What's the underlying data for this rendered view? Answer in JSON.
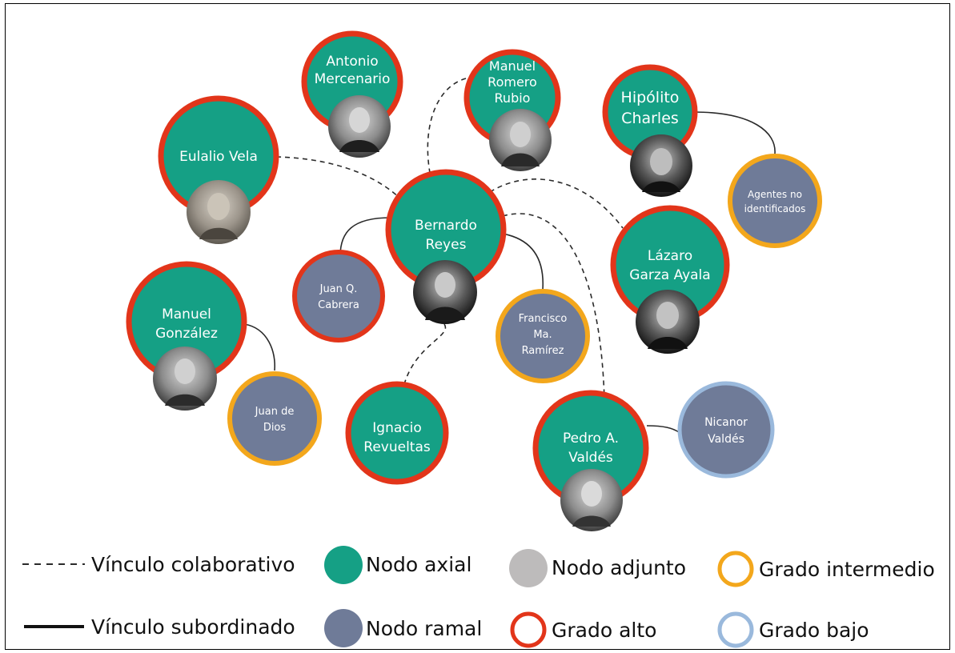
{
  "colors": {
    "axial": "#15a085",
    "ramal": "#6f7b98",
    "adjunto": "#bdbbbb",
    "grado_alto": "#e2351a",
    "grado_intermedio": "#f3a71c",
    "grado_bajo": "#9ab9dc",
    "line": "#2a2a2a"
  },
  "nodes": {
    "antonio": "Antonio\nMercenario",
    "manuel_romero": "Manuel\nRomero\nRubio",
    "hipolito": "Hipólito\nCharles",
    "eulalio": "Eulalio Vela",
    "bernardo": "Bernardo\nReyes",
    "agentes": "Agentes no\nidentificados",
    "lazaro": "Lázaro\nGarza Ayala",
    "juan_q": "Juan Q.\nCabrera",
    "manuel_gonzalez": "Manuel\nGonzález",
    "francisco": "Francisco\nMa.\nRamírez",
    "juan_dios": "Juan de\nDios",
    "ignacio": "Ignacio\nRevueltas",
    "pedro": "Pedro A.\nValdés",
    "nicanor": "Nicanor\nValdés"
  },
  "legend": {
    "colaborativo": "Vínculo colaborativo",
    "subordinado": "Vínculo subordinado",
    "axial": "Nodo axial",
    "ramal": "Nodo ramal",
    "adjunto": "Nodo adjunto",
    "alto": "Grado alto",
    "intermedio": "Grado intermedio",
    "bajo": "Grado bajo"
  }
}
